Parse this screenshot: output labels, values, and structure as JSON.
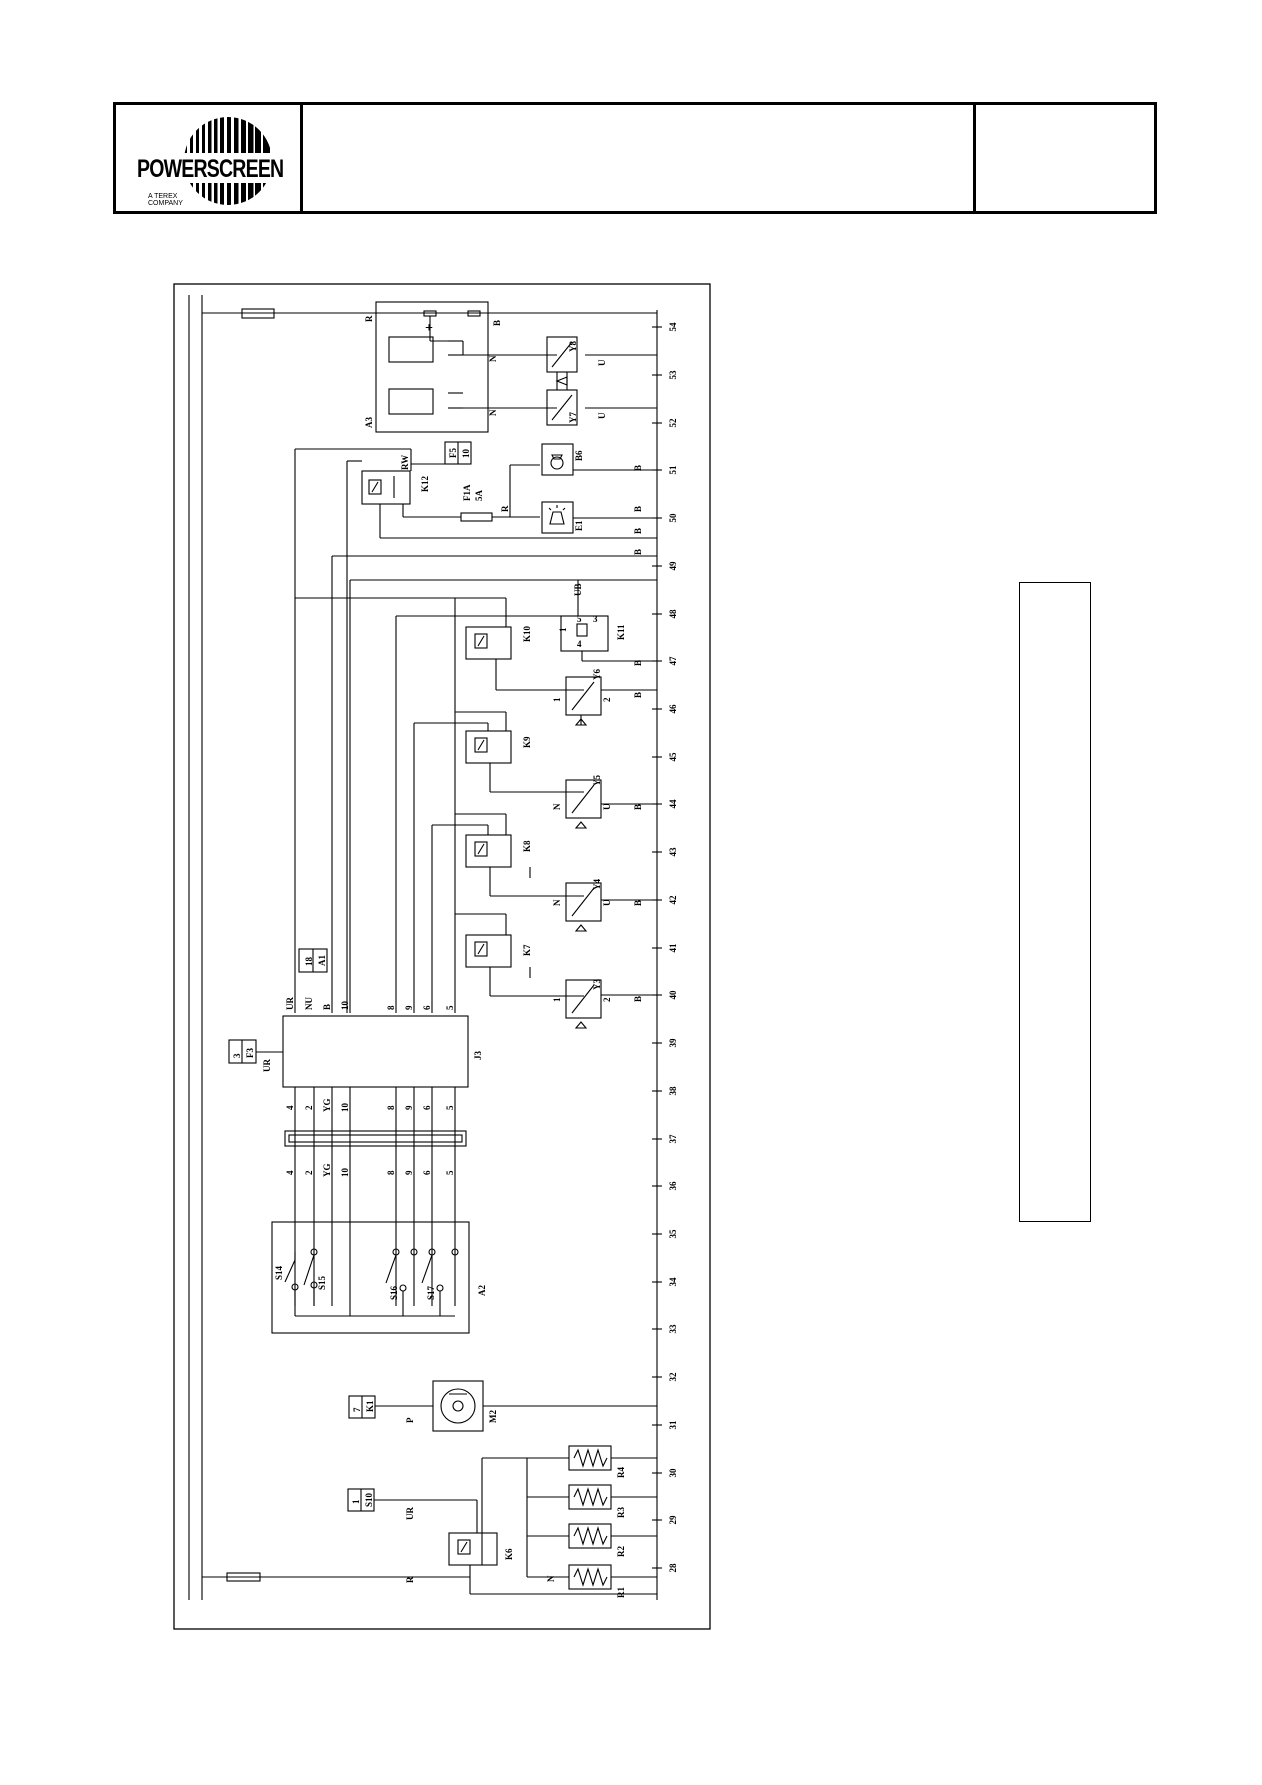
{
  "title_block": {
    "logo_brand": "POWERSCREEN",
    "logo_sub_line1": "A TEREX",
    "logo_sub_line2": "COMPANY"
  },
  "components": {
    "A3": "A3",
    "Y8": "Y8",
    "Y7": "Y7",
    "B6": "B6",
    "E1": "E1",
    "K12": "K12",
    "F5_num": "10",
    "F5": "F5",
    "F1A": "F1A",
    "F1A_rating": "5A",
    "K10": "K10",
    "K11": "K11",
    "Y6": "Y6",
    "K9": "K9",
    "Y5": "Y5",
    "K8": "K8",
    "Y4": "Y4",
    "K7": "K7",
    "Y3": "Y3",
    "A1_num": "18",
    "A1": "A1",
    "J3": "J3",
    "F3_num": "3",
    "F3": "F3",
    "A2": "A2",
    "S14": "S14",
    "S15": "S15",
    "S16": "S16",
    "S17": "S17",
    "M2": "M2",
    "K1_num": "7",
    "K1": "K1",
    "S10_num": "1",
    "S10": "S10",
    "K6": "K6",
    "R1": "R1",
    "R2": "R2",
    "R3": "R3",
    "R4": "R4"
  },
  "wire_labels": {
    "R": "R",
    "B": "B",
    "N": "N",
    "U": "U",
    "RW": "RW",
    "UB": "UB",
    "UR": "UR",
    "NU": "NU",
    "YG": "YG",
    "P": "P",
    "plus": "+",
    "k11_1": "1",
    "k11_5": "5",
    "k11_3": "3",
    "k11_4": "4",
    "pin1": "1",
    "pin2": "2"
  },
  "j3_top_wires": [
    "UR",
    "NU",
    "B",
    "10",
    "8",
    "9",
    "6",
    "5"
  ],
  "j3_bottom_wires": [
    "4",
    "2",
    "YG",
    "10",
    "8",
    "9",
    "6",
    "5"
  ],
  "plug_wires": [
    "4",
    "2",
    "YG",
    "10",
    "8",
    "9",
    "6",
    "5"
  ],
  "line_numbers": [
    "54",
    "53",
    "52",
    "51",
    "50",
    "49",
    "48",
    "47",
    "46",
    "45",
    "44",
    "43",
    "42",
    "41",
    "40",
    "39",
    "38",
    "37",
    "36",
    "35",
    "34",
    "33",
    "32",
    "31",
    "30",
    "29",
    "28"
  ]
}
